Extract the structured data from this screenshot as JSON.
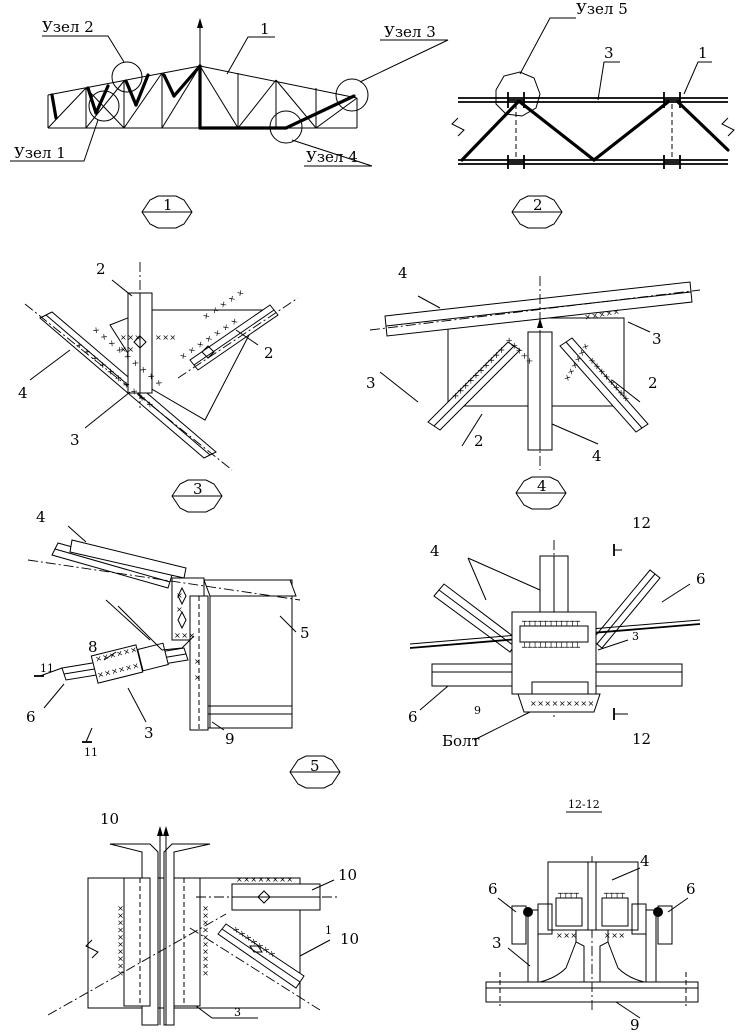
{
  "fig1": {
    "node1": "Узел 1",
    "node2": "Узел 2",
    "node3": "Узел 3",
    "node4": "Узел 4",
    "member": "1",
    "circle": "1"
  },
  "fig2": {
    "node5": "Узел 5",
    "member3": "3",
    "member1": "1",
    "circle": "2"
  },
  "fig3": {
    "lbl_2_top": "2",
    "lbl_2_right": "2",
    "lbl_4": "4",
    "lbl_3": "3",
    "circle": "3"
  },
  "fig4": {
    "lbl_4_top": "4",
    "lbl_3_right": "3",
    "lbl_3_left": "3",
    "lbl_2_right": "2",
    "lbl_2_left": "2",
    "lbl_4_bottom": "4",
    "circle": "4"
  },
  "fig5": {
    "lbl_4": "4",
    "lbl_5": "5",
    "lbl_8": "8",
    "lbl_11_top": "11",
    "lbl_6": "6",
    "lbl_3": "3",
    "lbl_9": "9",
    "lbl_11_bottom": "11",
    "circle": "5"
  },
  "fig6": {
    "lbl_12_top": "12",
    "lbl_4": "4",
    "lbl_6_right": "6",
    "lbl_3": "3",
    "lbl_6_left": "6",
    "lbl_9": "9",
    "bolt": "Болт",
    "lbl_12_bottom": "12"
  },
  "fig7": {
    "lbl_10_top": "10",
    "lbl_10_right": "10",
    "lbl_10_low": "10",
    "lbl_1": "1",
    "lbl_3": "3"
  },
  "fig8": {
    "section": "12-12",
    "lbl_4": "4",
    "lbl_6_left": "6",
    "lbl_6_right": "6",
    "lbl_3": "3",
    "lbl_9": "9"
  }
}
